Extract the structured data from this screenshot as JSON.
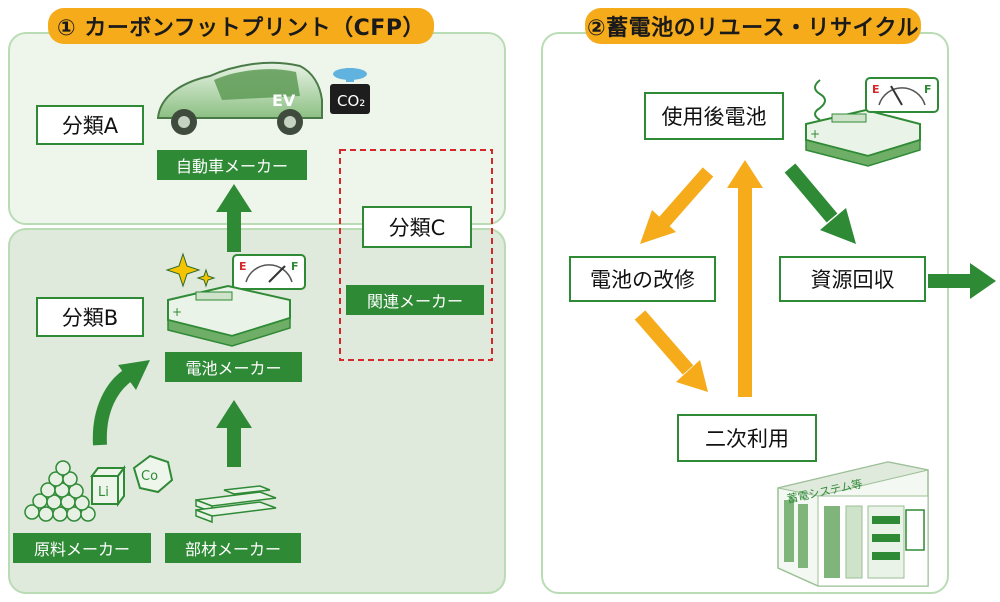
{
  "section1": {
    "title": "① カーボンフットプリント（CFP）",
    "class_a": "分類A",
    "class_b": "分類B",
    "class_c": "分類C",
    "automaker": "自動車メーカー",
    "battery_maker": "電池メーカー",
    "related_maker": "関連メーカー",
    "raw_material_maker": "原料メーカー",
    "parts_maker": "部材メーカー",
    "ev_text": "EV",
    "co2_text": "CO₂",
    "li_text": "Li",
    "co_text": "Co",
    "gauge_e": "E",
    "gauge_f": "F"
  },
  "section2": {
    "title": "②蓄電池のリユース・リサイクル",
    "used_battery": "使用後電池",
    "battery_repair": "電池の改修",
    "resource_recovery": "資源回収",
    "secondary_use": "二次利用",
    "storage_system_label": "蓄電システム等",
    "gauge_e": "E",
    "gauge_f": "F"
  },
  "colors": {
    "green_dark": "#2f8a36",
    "green_light_fill": "#eef6ec",
    "green_mid_fill": "#dfe9dc",
    "panel_border": "#b9dcb5",
    "orange": "#f5ab1a",
    "red_dashed": "#d6282b"
  }
}
